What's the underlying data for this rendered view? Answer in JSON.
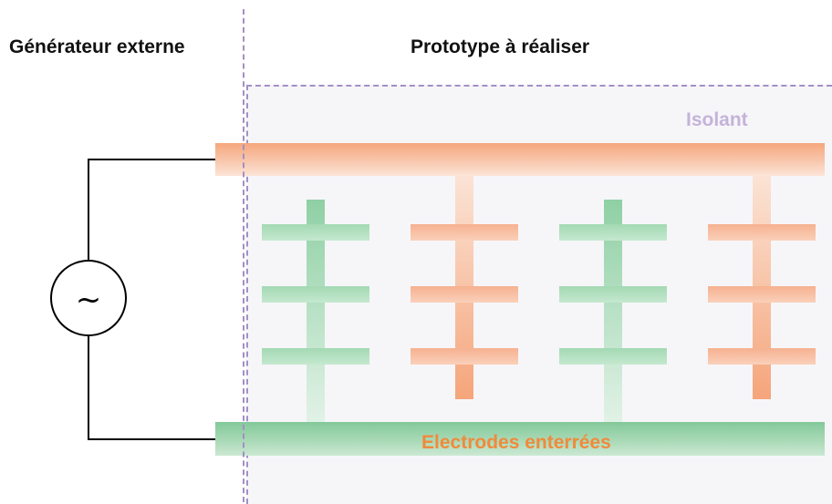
{
  "labels": {
    "external_generator": "Générateur externe",
    "prototype": "Prototype à réaliser",
    "insulator": "Isolant",
    "buried_electrodes": "Electrodes enterrées"
  },
  "generator_symbol": "~",
  "colors": {
    "insulator_text": "#c4b3d9",
    "electrodes_text": "#f08a3c",
    "orange_electrode": "#f5a77d",
    "green_electrode": "#83c99a",
    "divider": "#a48fc6"
  }
}
